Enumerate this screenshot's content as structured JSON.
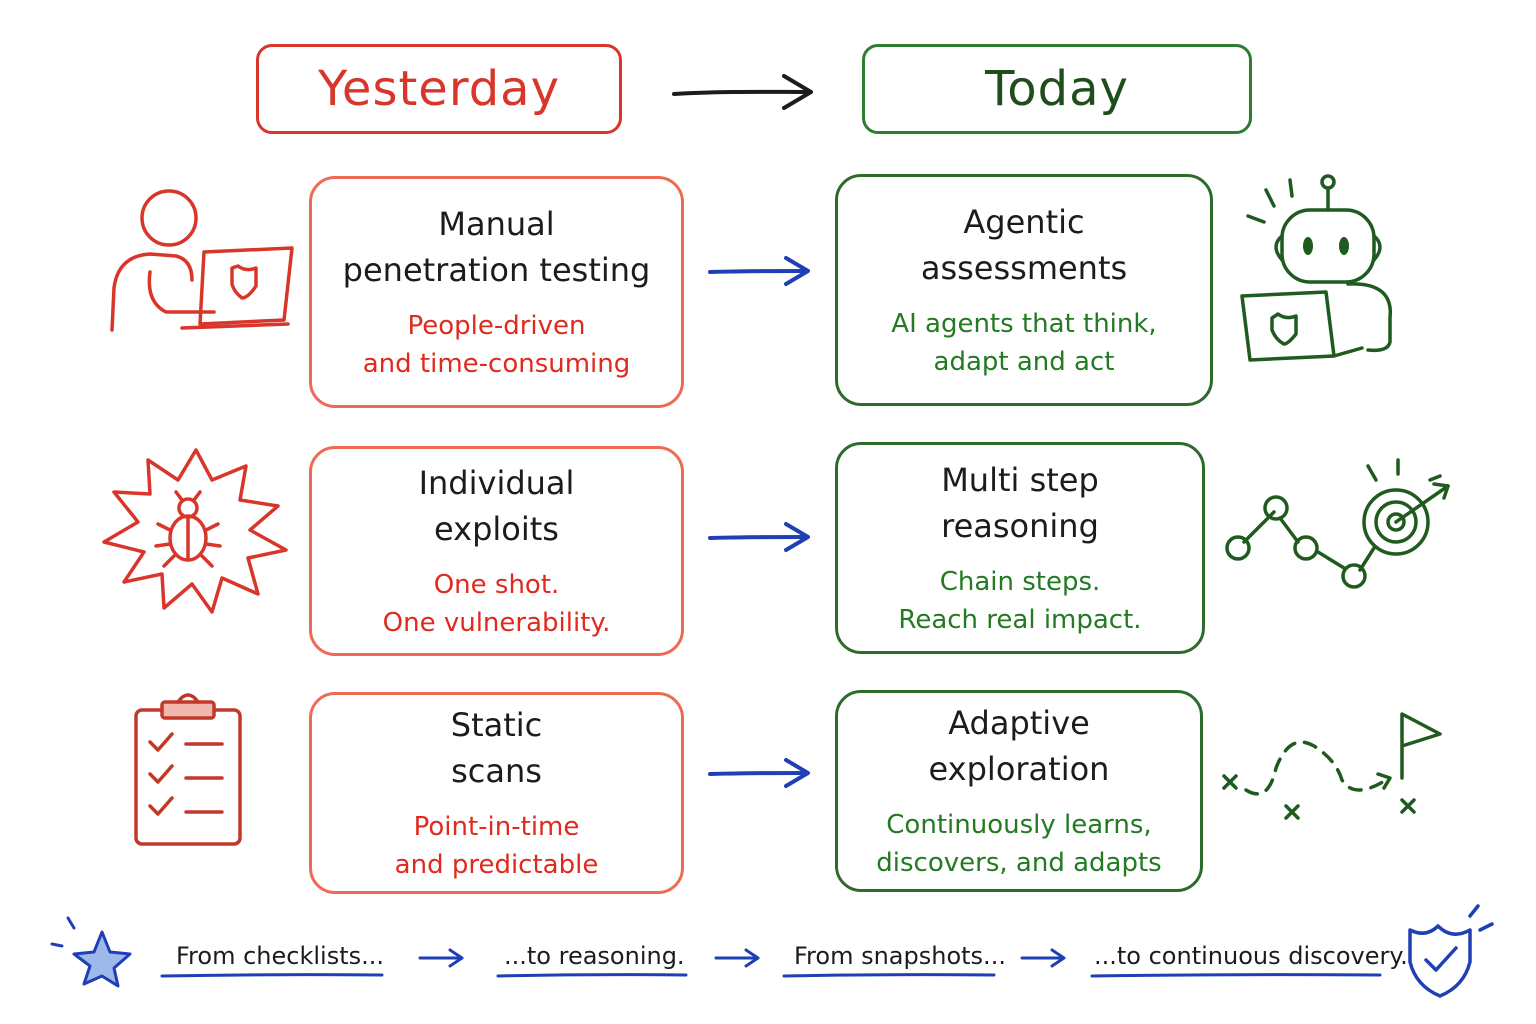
{
  "headers": {
    "yesterday": "Yesterday",
    "today": "Today"
  },
  "rows": [
    {
      "yesterday": {
        "title": "Manual\npenetration testing",
        "subtitle": "People-driven\nand time-consuming",
        "icon": "person-laptop-shield-icon"
      },
      "today": {
        "title": "Agentic\nassessments",
        "subtitle": "AI agents that think,\nadapt and act",
        "icon": "robot-laptop-shield-icon"
      }
    },
    {
      "yesterday": {
        "title": "Individual\nexploits",
        "subtitle": "One  shot.\nOne vulnerability.",
        "icon": "bug-burst-icon"
      },
      "today": {
        "title": "Multi step\nreasoning",
        "subtitle": "Chain steps.\nReach real impact.",
        "icon": "path-target-icon"
      }
    },
    {
      "yesterday": {
        "title": "Static\nscans",
        "subtitle": "Point-in-time\nand predictable",
        "icon": "clipboard-checklist-icon"
      },
      "today": {
        "title": "Adaptive\nexploration",
        "subtitle": "Continuously learns,\ndiscovers, and adapts",
        "icon": "dashed-path-flag-icon"
      }
    }
  ],
  "footer": {
    "items": [
      "From checklists...",
      "...to reasoning.",
      "From snapshots...",
      "...to continuous discovery."
    ],
    "left_icon": "star-icon",
    "right_icon": "shield-check-icon"
  },
  "colors": {
    "yesterday": "#d8362a",
    "today": "#2e7d32",
    "arrow": "#1f3fb5",
    "header_arrow": "#1c1c1c"
  }
}
